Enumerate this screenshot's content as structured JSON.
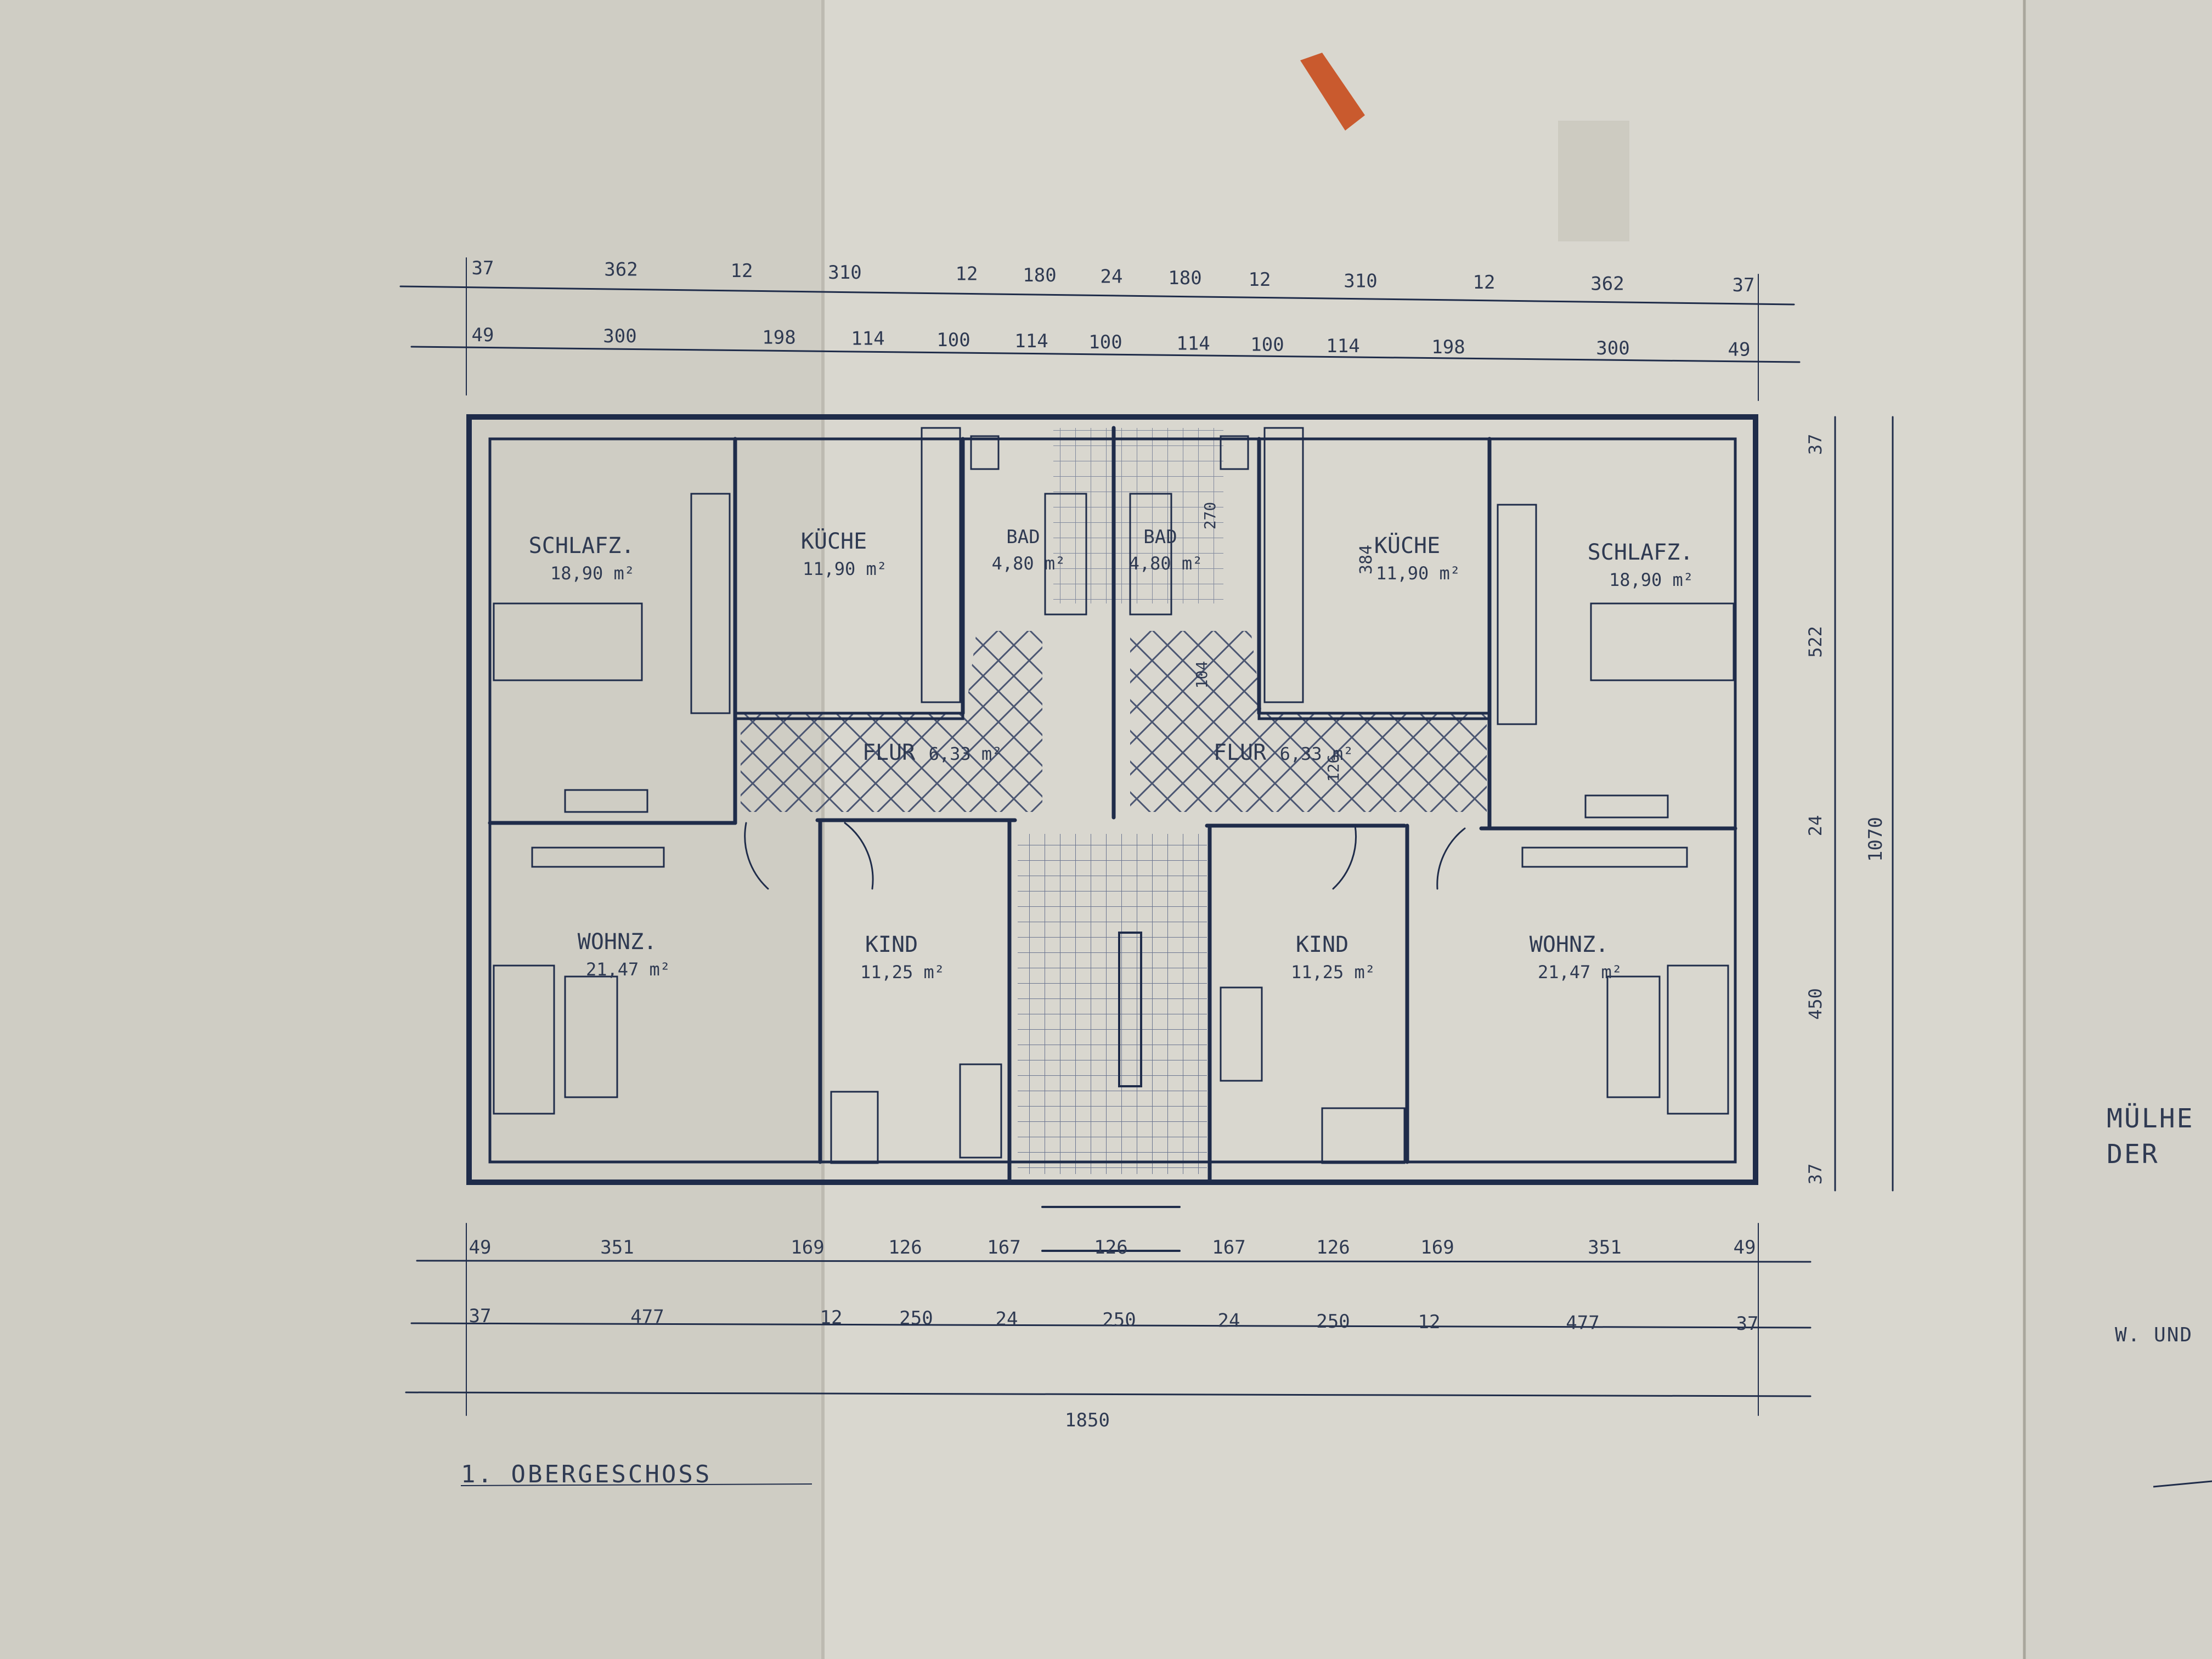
{
  "plan": {
    "title": "1. OBERGESCHOSS",
    "rooms": [
      {
        "name": "SCHLAFZ.",
        "area": "18,90 m²"
      },
      {
        "name": "KÜCHE",
        "area": "11,90 m²"
      },
      {
        "name": "BAD",
        "area": "4,80 m²"
      },
      {
        "name": "BAD",
        "area": "4,80 m²"
      },
      {
        "name": "KÜCHE",
        "area": "11,90 m²"
      },
      {
        "name": "SCHLAFZ.",
        "area": "18,90 m²"
      },
      {
        "name": "FLUR",
        "area": "6,33 m²"
      },
      {
        "name": "FLUR",
        "area": "6,33 m²"
      },
      {
        "name": "WOHNZ.",
        "area": "21,47 m²"
      },
      {
        "name": "KIND",
        "area": "11,25 m²"
      },
      {
        "name": "KIND",
        "area": "11,25 m²"
      },
      {
        "name": "WOHNZ.",
        "area": "21,47 m²"
      }
    ],
    "dims_top_1": [
      "37",
      "362",
      "12",
      "310",
      "12",
      "180",
      "24",
      "180",
      "12",
      "310",
      "12",
      "362",
      "37"
    ],
    "dims_top_2": [
      "49",
      "300",
      "198",
      "114",
      "100",
      "114",
      "100",
      "114",
      "100",
      "114",
      "198",
      "300",
      "49"
    ],
    "dims_bottom_1": [
      "49",
      "351",
      "169",
      "126",
      "167",
      "126",
      "167",
      "126",
      "169",
      "351",
      "49"
    ],
    "dims_bottom_2": [
      "37",
      "477",
      "12",
      "250",
      "24",
      "250",
      "24",
      "250",
      "12",
      "477",
      "37"
    ],
    "dim_total_width": "1850",
    "dims_right": [
      "37",
      "522",
      "24",
      "450",
      "37"
    ],
    "dim_total_depth": "1070",
    "inner_dims": [
      "384",
      "270",
      "104",
      "126"
    ],
    "margin_text": [
      "MÜLHE",
      "DER",
      "W. UND"
    ]
  }
}
